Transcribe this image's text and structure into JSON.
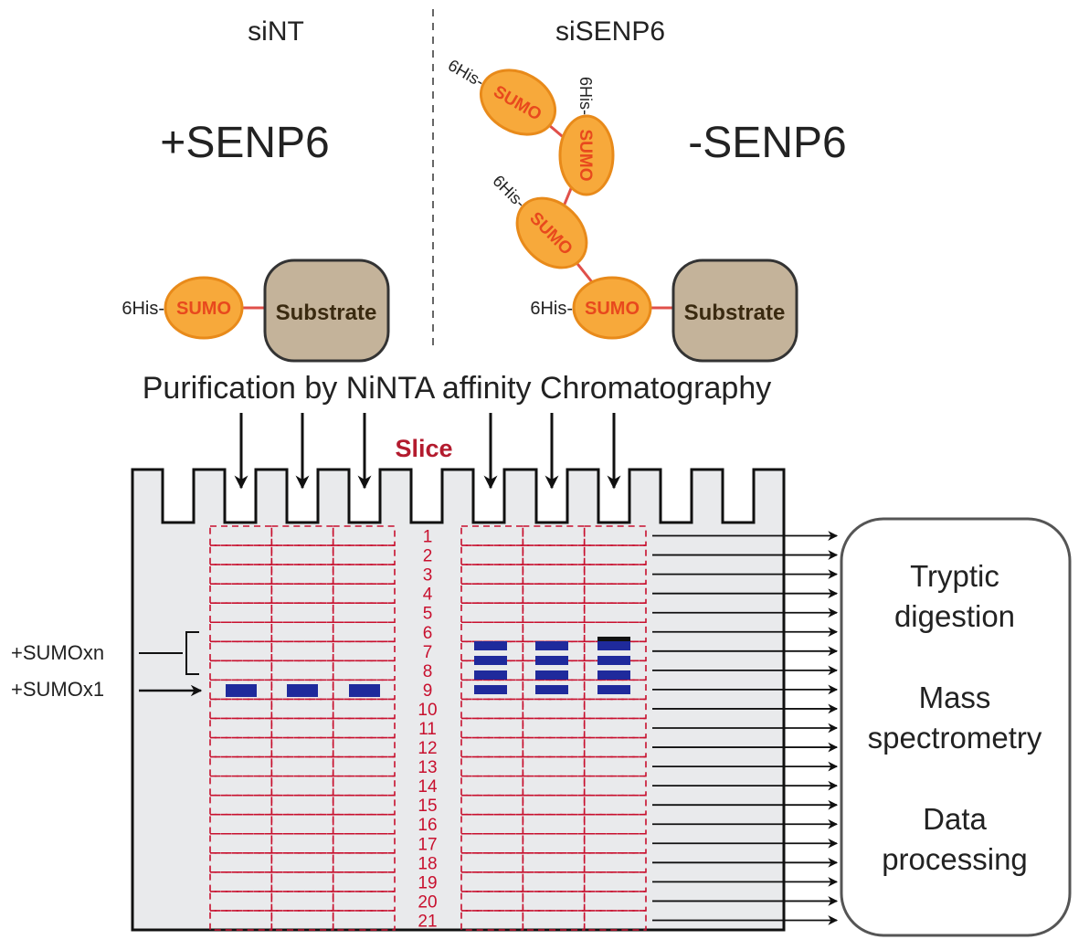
{
  "panels": {
    "left": {
      "condition": "siNT",
      "treatment": "+SENP6"
    },
    "right": {
      "condition": "siSENP6",
      "treatment": "-SENP6"
    }
  },
  "molecule": {
    "tag": "6His-",
    "tag_rotated": "6His-",
    "sumo": "SUMO",
    "substrate": "Substrate"
  },
  "purification_label": "Purification by NiNTA affinity Chromatography",
  "slice_label": "Slice",
  "slice_numbers": [
    "1",
    "2",
    "3",
    "4",
    "5",
    "6",
    "7",
    "8",
    "9",
    "10",
    "11",
    "12",
    "13",
    "14",
    "15",
    "16",
    "17",
    "18",
    "19",
    "20",
    "21"
  ],
  "band_labels": {
    "multi": "+SUMOxn",
    "single": "+SUMOx1"
  },
  "workflow": {
    "steps": [
      {
        "line1": "Tryptic",
        "line2": "digestion"
      },
      {
        "line1": "Mass",
        "line2": "spectrometry"
      },
      {
        "line1": "Data",
        "line2": "processing"
      }
    ]
  },
  "colors": {
    "sumo_fill": "#f7a93b",
    "sumo_stroke": "#e88a1a",
    "sumo_text": "#e8491d",
    "substrate_fill": "#c4b39a",
    "substrate_text": "#3a2a10",
    "linker": "#e0504a",
    "slice_red": "#c8102e",
    "band_blue": "#1f2a9c",
    "gel_fill": "#e9eaec"
  }
}
